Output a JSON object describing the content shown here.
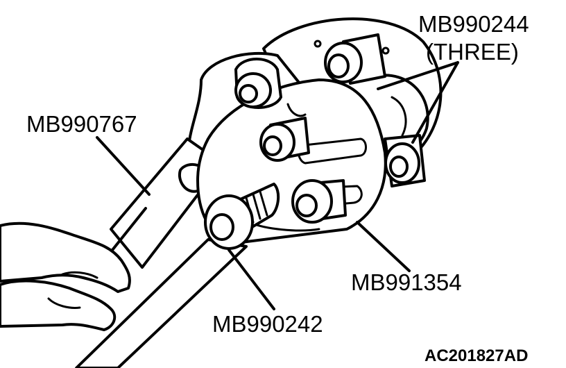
{
  "labels": {
    "mb990244": "MB990244",
    "three": "(THREE)",
    "mb990767": "MB990767",
    "mb991354": "MB991354",
    "mb990242": "MB990242",
    "figure_id": "AC201827AD"
  },
  "colors": {
    "ink": "#000000",
    "background": "#ffffff"
  }
}
